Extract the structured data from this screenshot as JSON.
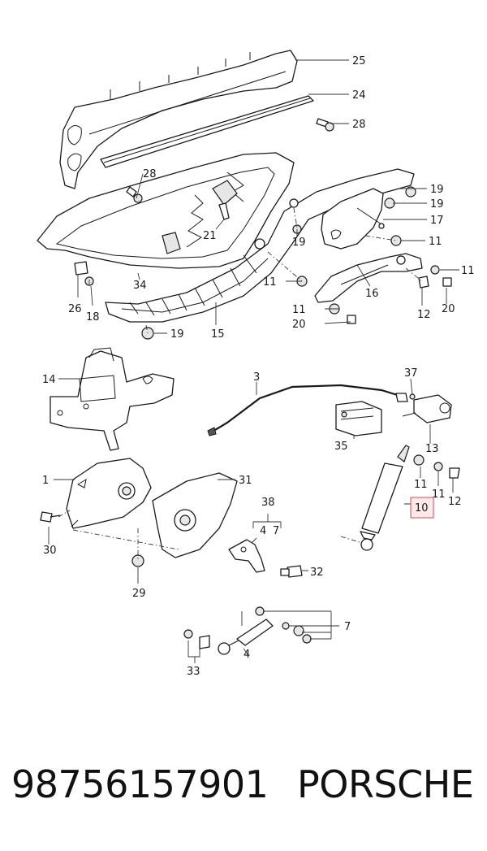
{
  "callouts": {
    "c25": "25",
    "c24": "24",
    "c28a": "28",
    "c28b": "28",
    "c19a": "19",
    "c19b": "19",
    "c19c": "19",
    "c19d": "19",
    "c17": "17",
    "c21": "21",
    "c11a": "11",
    "c11b": "11",
    "c11c": "11",
    "c11d": "11",
    "c11e": "11",
    "c34": "34",
    "c26": "26",
    "c18": "18",
    "c16": "16",
    "c12a": "12",
    "c20a": "20",
    "c20b": "20",
    "c15": "15",
    "c14": "14",
    "c3": "3",
    "c37": "37",
    "c35": "35",
    "c13": "13",
    "c1": "1",
    "c31": "31",
    "c30": "30",
    "c38": "38",
    "c4a": "4",
    "c7a": "7",
    "c10": "10",
    "c11f": "11",
    "c12b": "12",
    "c32": "32",
    "c29": "29",
    "c7b": "7",
    "c33": "33",
    "c4b": "4"
  },
  "footer": {
    "part_number": "98756157901",
    "brand": "PORSCHE"
  },
  "colors": {
    "line": "#1a1a1a",
    "highlight_fill": "#fde8ea",
    "highlight_stroke": "#d9666f"
  }
}
